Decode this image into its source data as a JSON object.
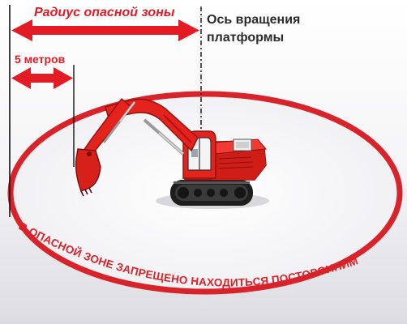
{
  "labels": {
    "radius": "Радиус опасной зоны",
    "five_meters": "5 метров",
    "axis_line1": "Ось вращения",
    "axis_line2": "платформы",
    "warning": "В ОПАСНОЙ ЗОНЕ ЗАПРЕЩЕНО НАХОДИТЬСЯ ПОСТОРОННИМ"
  },
  "colors": {
    "arrow_red": "#e21b24",
    "text_dark": "#2b2b2b",
    "machine_red": "#e4231d",
    "machine_dark": "#b31313",
    "track": "#1e1e1e",
    "background": "#f2f2f4"
  }
}
